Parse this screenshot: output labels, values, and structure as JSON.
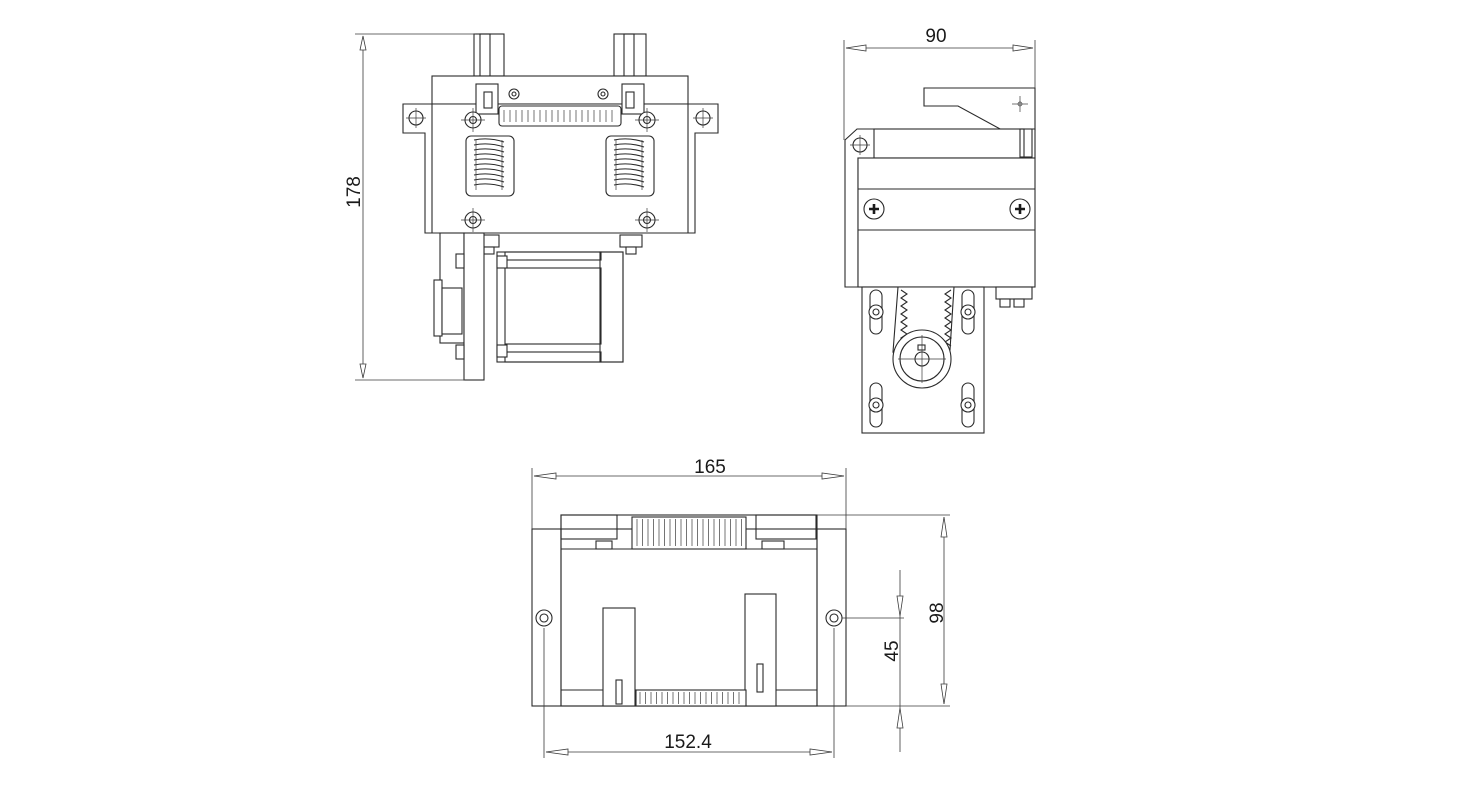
{
  "dimensions": {
    "front_height": "178",
    "side_width": "90",
    "bottom_width": "165",
    "bottom_hole_spacing": "152.4",
    "bottom_depth": "98",
    "bottom_hole_offset": "45"
  }
}
